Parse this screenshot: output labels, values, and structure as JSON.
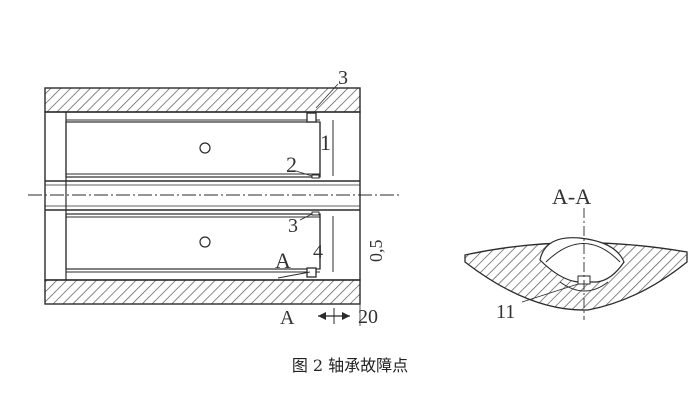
{
  "figure": {
    "caption": "图 2 轴承故障点",
    "labels": {
      "p3_top": "3",
      "p1": "1",
      "p2": "2",
      "p3_mid": "3",
      "p4": "4",
      "a_mark": "A",
      "dim_05": "0,5",
      "a_arrow_left": "A",
      "dim_20": "20",
      "section_title": "A-A",
      "p11": "11"
    }
  },
  "colors": {
    "line": "#2b2b2b",
    "hatch": "#555555",
    "background": "#ffffff"
  }
}
